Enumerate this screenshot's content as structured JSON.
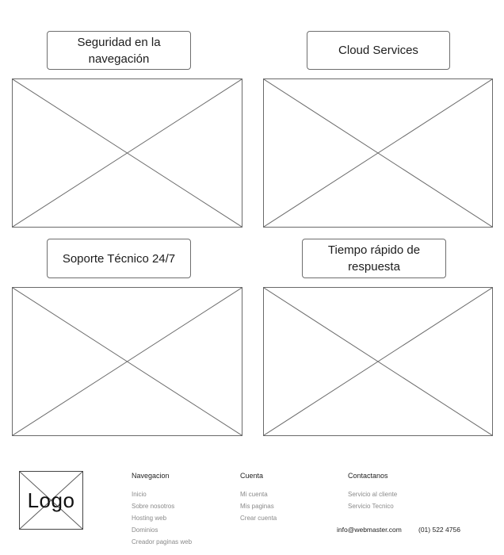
{
  "features": [
    {
      "title_lines": [
        "Seguridad en la",
        "navegación"
      ]
    },
    {
      "title_lines": [
        "Cloud Services"
      ]
    },
    {
      "title_lines": [
        "Soporte Técnico 24/7"
      ]
    },
    {
      "title_lines": [
        "Tiempo rápido de",
        "respuesta"
      ]
    }
  ],
  "footer": {
    "logo_text": "Logo",
    "columns": [
      {
        "heading": "Navegacion",
        "links": [
          "Inicio",
          "Sobre nosotros",
          "Hosting web",
          "Dominios",
          "Creador paginas web"
        ]
      },
      {
        "heading": "Cuenta",
        "links": [
          "Mi cuenta",
          "Mis paginas",
          "Crear cuenta"
        ]
      },
      {
        "heading": "Contactanos",
        "links": [
          "Servicio al cliente",
          "Servicio Tecnico"
        ]
      }
    ],
    "email": "info@webmaster.com",
    "phone": "(01) 522 4756"
  }
}
